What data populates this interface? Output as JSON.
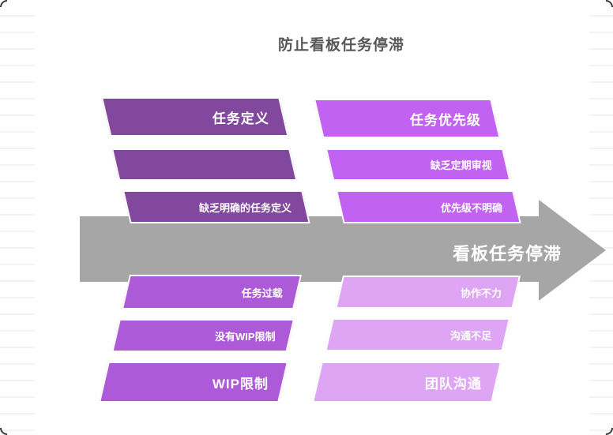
{
  "title": "防止看板任务停滞",
  "arrow": {
    "label": "看板任务停滞"
  },
  "colors": {
    "title_text": "#575757",
    "arrow": "#A6A6A6",
    "bar_text": "#FFFFFF",
    "top_left": "#82489E",
    "top_right": "#C262F2",
    "bottom_left": "#AC5AD8",
    "bottom_right": "#DFA5F5"
  },
  "quadrants": {
    "top_left": {
      "bars": [
        {
          "label": "任务定义",
          "emphasis": "header"
        },
        {
          "label": "",
          "emphasis": "normal"
        },
        {
          "label": "缺乏明确的任务定义",
          "emphasis": "normal"
        }
      ]
    },
    "top_right": {
      "bars": [
        {
          "label": "任务优先级",
          "emphasis": "header"
        },
        {
          "label": "缺乏定期审视",
          "emphasis": "normal"
        },
        {
          "label": "优先级不明确",
          "emphasis": "normal"
        }
      ]
    },
    "bottom_left": {
      "bars": [
        {
          "label": "任务过载",
          "emphasis": "normal"
        },
        {
          "label": "没有WIP限制",
          "emphasis": "normal"
        },
        {
          "label": "WIP限制",
          "emphasis": "header"
        }
      ]
    },
    "bottom_right": {
      "bars": [
        {
          "label": "协作不力",
          "emphasis": "normal"
        },
        {
          "label": "沟通不足",
          "emphasis": "normal"
        },
        {
          "label": "团队沟通",
          "emphasis": "header"
        }
      ]
    }
  }
}
